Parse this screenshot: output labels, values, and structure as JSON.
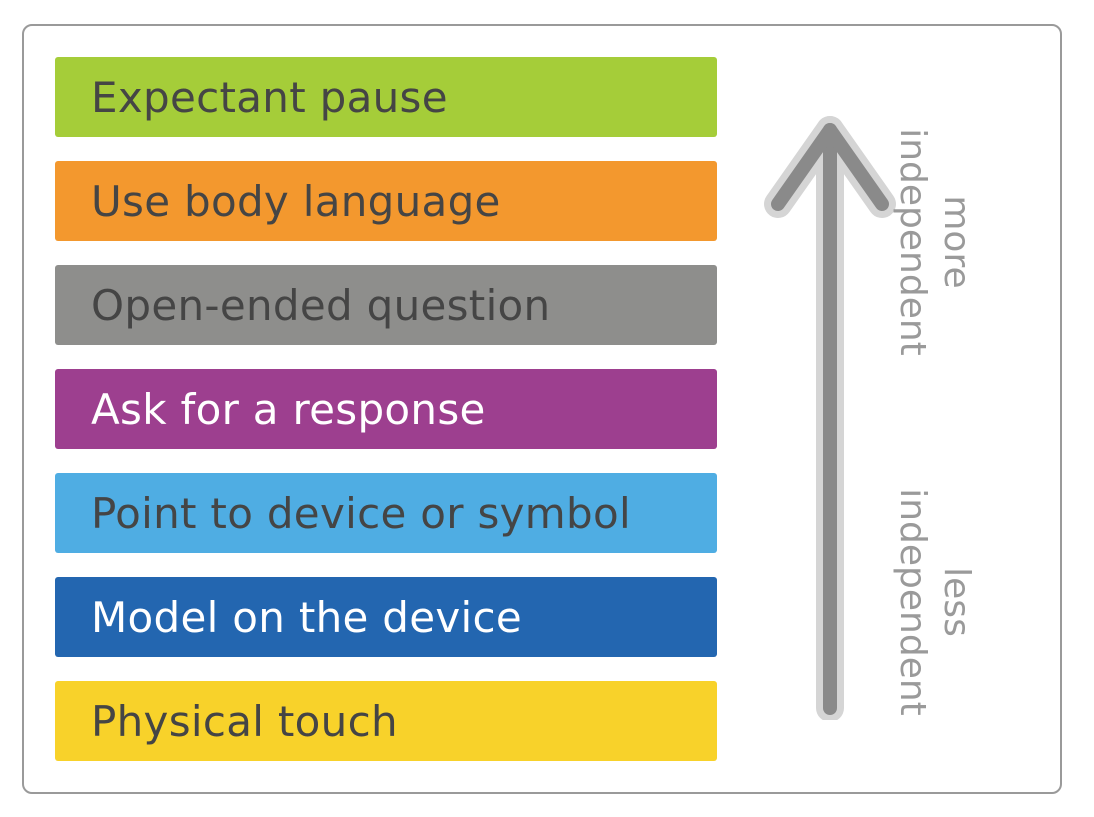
{
  "levels": [
    {
      "label": "Expectant pause",
      "color": "#a5cd39",
      "text_color": "#454545"
    },
    {
      "label": "Use body language",
      "color": "#f3982e",
      "text_color": "#454545"
    },
    {
      "label": "Open-ended question",
      "color": "#8e8e8c",
      "text_color": "#454545"
    },
    {
      "label": "Ask for a response",
      "color": "#9d3f8f",
      "text_color": "#ffffff"
    },
    {
      "label": "Point to device or symbol",
      "color": "#4fade3",
      "text_color": "#454545"
    },
    {
      "label": "Model on the device",
      "color": "#2366b0",
      "text_color": "#ffffff"
    },
    {
      "label": "Physical touch",
      "color": "#f8d22a",
      "text_color": "#454545"
    }
  ],
  "axis": {
    "top_label_line1": "more",
    "top_label_line2": "independent",
    "bottom_label_line1": "less",
    "bottom_label_line2": "independent",
    "label_color": "#9a9a9a",
    "arrow_color": "#8a8a8a",
    "arrow_halo_color": "#d5d5d5"
  }
}
